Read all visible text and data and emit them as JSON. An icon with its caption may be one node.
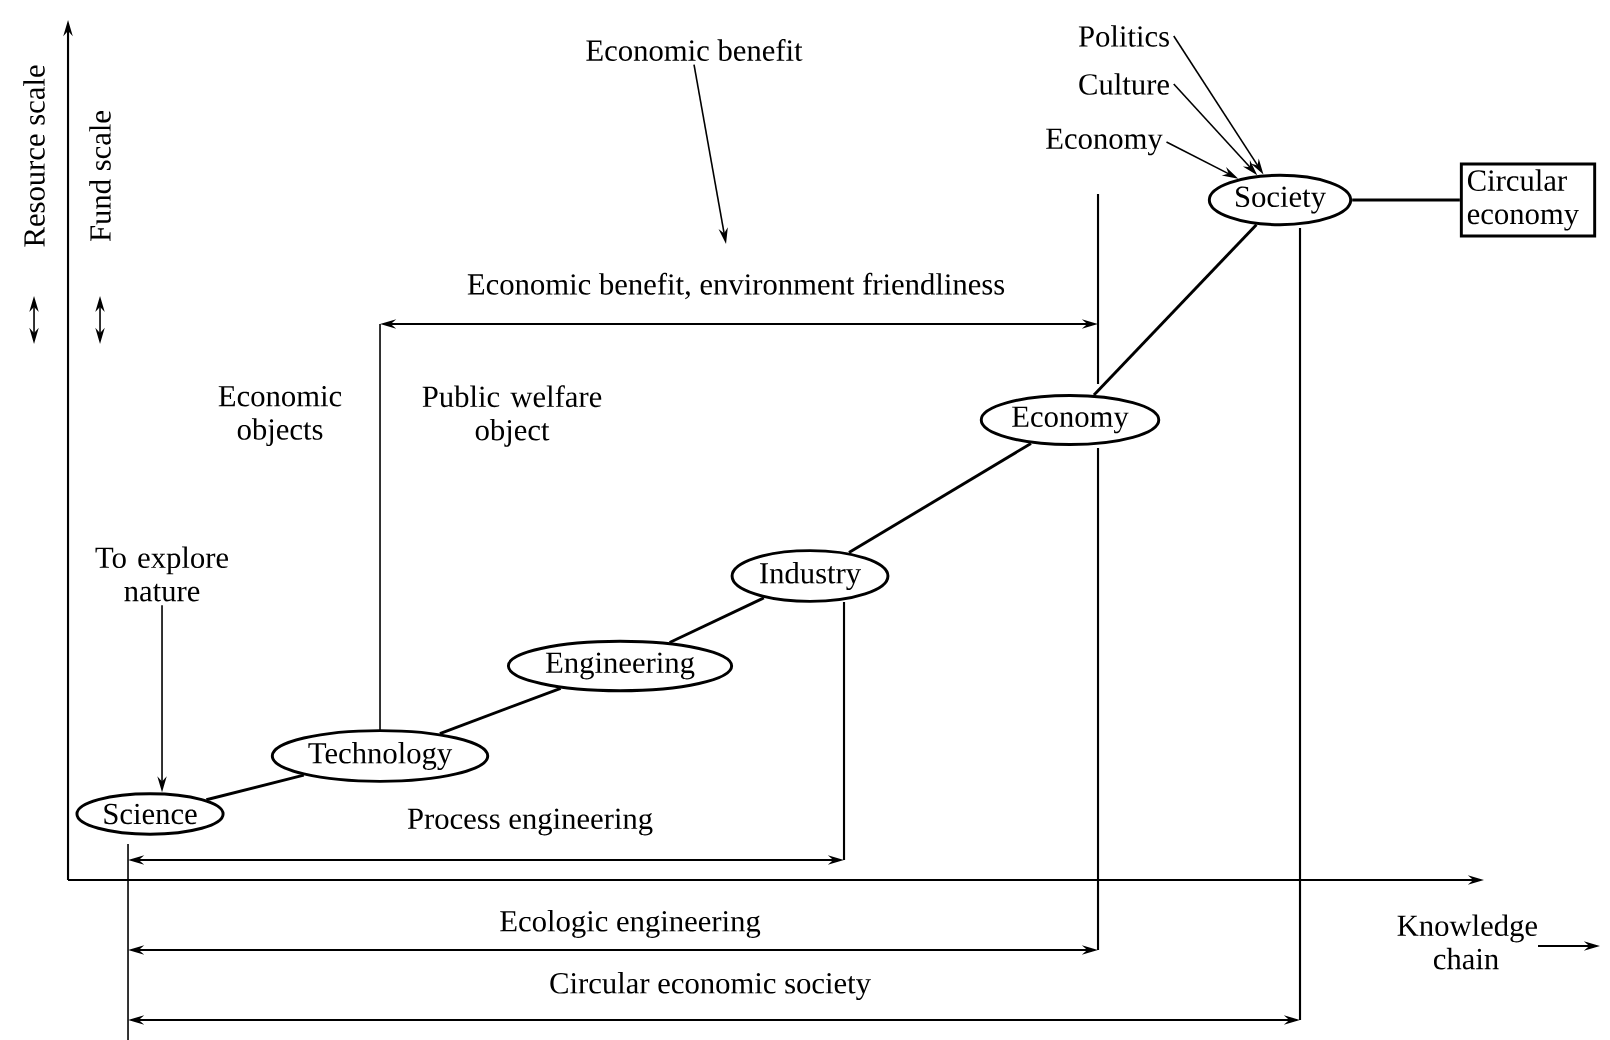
{
  "diagram": {
    "nodes": [
      {
        "text": [
          "Science"
        ]
      },
      {
        "text": [
          "Technology"
        ]
      },
      {
        "text": [
          "Engineering"
        ]
      },
      {
        "text": [
          "Industry"
        ]
      },
      {
        "text": [
          "Economy"
        ]
      },
      {
        "text": [
          "Society"
        ]
      },
      {
        "text": [
          "Circular economy"
        ]
      },
      {
        "text": [
          "To explore nature"
        ]
      },
      {
        "text": [
          "Politics"
        ]
      },
      {
        "text": [
          "Culture"
        ]
      },
      {
        "text": [
          "Economy"
        ]
      },
      {
        "text": [
          "Economic benefit"
        ]
      }
    ],
    "edges": [
      {
        "from": 0,
        "to": 1,
        "arrow": "none"
      },
      {
        "from": 1,
        "to": 2,
        "arrow": "none"
      },
      {
        "from": 2,
        "to": 3,
        "arrow": "none"
      },
      {
        "from": 3,
        "to": 4,
        "arrow": "none"
      },
      {
        "from": 4,
        "to": 5,
        "arrow": "none"
      },
      {
        "from": 5,
        "to": 6,
        "arrow": "none"
      },
      {
        "from": 7,
        "to": 0,
        "arrow": "to"
      },
      {
        "from": 8,
        "to": 5,
        "arrow": "to"
      },
      {
        "from": 9,
        "to": 5,
        "arrow": "to"
      },
      {
        "from": 10,
        "to": 5,
        "arrow": "to"
      },
      {
        "from": 11,
        "to": null,
        "arrow": "to"
      }
    ],
    "labels": [
      "Resource scale",
      "Fund scale",
      "Economic benefit, environment friendliness",
      "Economic objects",
      "Public welfare object",
      "Process engineering",
      "Ecologic engineering",
      "Knowledge chain",
      "Circular economic society"
    ]
  }
}
